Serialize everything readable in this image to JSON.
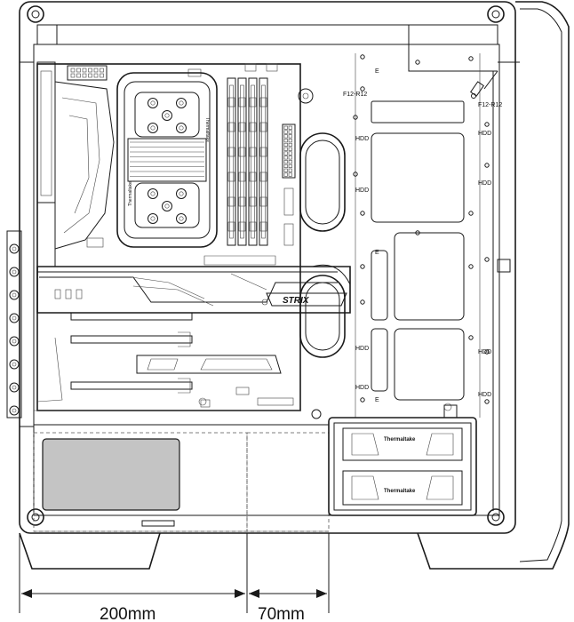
{
  "labels": {
    "fan_mount_left": "F12-R12",
    "fan_mount_right": "F12-R12",
    "marker_e": "E",
    "hdd": "HDD",
    "gpu_brand": "STRIX",
    "drive_cage_brand": "Thermaltake",
    "cooler_brand": "Thermaltake"
  },
  "dimensions": {
    "psu_depth": "200mm",
    "cable_space": "70mm"
  },
  "colors": {
    "line": "#1a1a1a",
    "psu_zone": "#d9d9d9",
    "psu_body": "#c4c4c4"
  }
}
